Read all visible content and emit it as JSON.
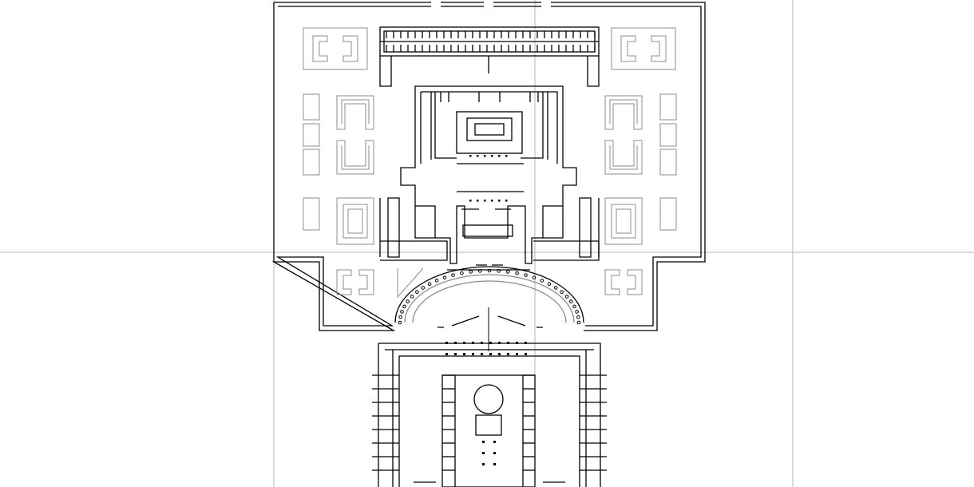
{
  "drawing": {
    "background": "#ffffff",
    "wall_color": "#000000",
    "outline_color": "#8c8c8c",
    "guide_color": "#b4b4b4",
    "column_color": "#000000"
  },
  "regions": [
    "upper-compound",
    "inner-palace",
    "semicircular-colonnade",
    "lower-complex"
  ]
}
